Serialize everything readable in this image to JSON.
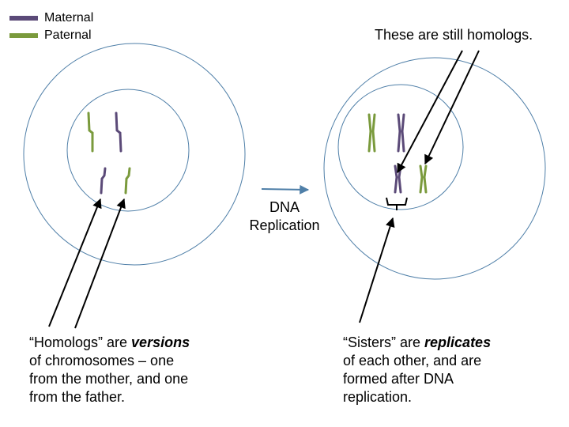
{
  "colors": {
    "maternal": "#5b4a78",
    "paternal": "#7a9a3c",
    "circle": "#4f7fa8",
    "arrow": "#000000",
    "replication_arrow": "#4f7fa8"
  },
  "legend": {
    "maternal_label": "Maternal",
    "paternal_label": "Paternal"
  },
  "labels": {
    "homologs_title": "These are still homologs.",
    "replication_line1": "DNA",
    "replication_line2": "Replication"
  },
  "homologs_caption": {
    "line1_pre": "“Homologs” are ",
    "line1_em": "versions",
    "line2": "of chromosomes – one",
    "line3": "from the mother, and one",
    "line4": "from the father."
  },
  "sisters_caption": {
    "line1_pre": "“Sisters” are ",
    "line1_em": "replicates",
    "line2": "of each other, and are",
    "line3": "formed after DNA",
    "line4": "replication."
  }
}
